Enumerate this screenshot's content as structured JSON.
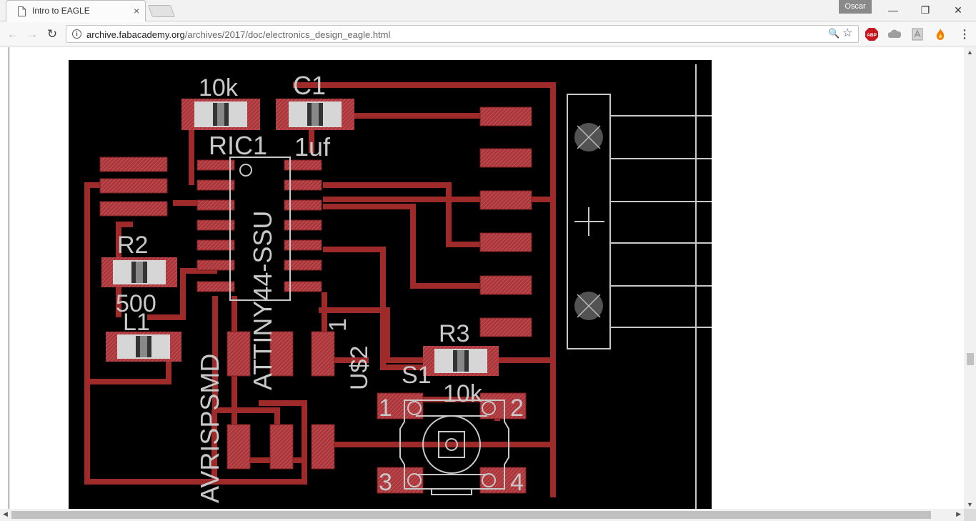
{
  "tab": {
    "title": "Intro to EAGLE",
    "close_glyph": "×"
  },
  "profile": {
    "name": "Oscar"
  },
  "window": {
    "minimize_glyph": "—",
    "restore_glyph": "❐",
    "close_glyph": "✕"
  },
  "toolbar": {
    "back_glyph": "←",
    "forward_glyph": "→",
    "reload_glyph": "↻",
    "info_glyph": "i",
    "url_host": "archive.fabacademy.org",
    "url_path": "/archives/2017/doc/electronics_design_eagle.html",
    "zoom_glyph": "🔍",
    "star_glyph": "☆",
    "menu_glyph": "⋮",
    "extensions": [
      "adblock-icon",
      "drive-icon",
      "pdf-icon",
      "fire-icon"
    ],
    "adblock_label": "ABP"
  },
  "board": {
    "labels": {
      "r1_value": "10k",
      "c1_name": "C1",
      "ric1": "RIC1",
      "c1_value": "1uf",
      "r2_name": "R2",
      "r2_value": "500",
      "l1": "L1",
      "r3_name": "R3",
      "r3_value": "10k",
      "s1": "S1",
      "chip": "ATTINY44-SSU",
      "avrispsmd": "AVRISPSMD",
      "us2": "U$2",
      "us2_pin": "1",
      "sw_pin1": "1",
      "sw_pin2": "2",
      "sw_pin3": "3",
      "sw_pin4": "4"
    },
    "colors": {
      "trace": "#9e2a2a",
      "pad": "#b5383c",
      "silk": "#c8c8c8",
      "background": "#000000"
    }
  },
  "scrollbars": {
    "up_glyph": "▲",
    "down_glyph": "▼",
    "left_glyph": "◀",
    "right_glyph": "▶"
  }
}
